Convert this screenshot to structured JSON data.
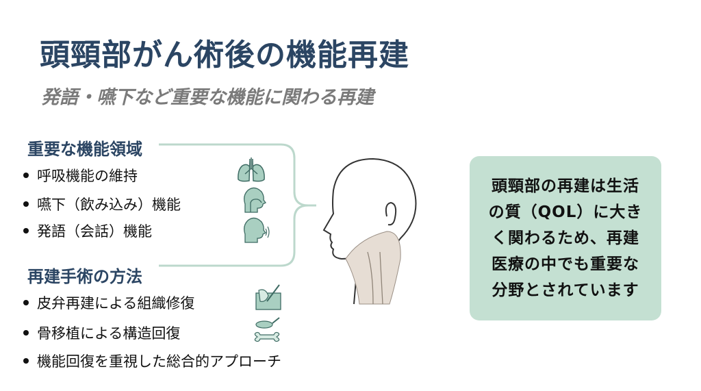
{
  "title": "頭頸部がん術後の機能再建",
  "subtitle": "発語・嚥下など重要な機能に関わる再建",
  "functions": {
    "heading": "重要な機能領域",
    "items": [
      {
        "label": "呼吸機能の維持",
        "icon": "lungs-icon"
      },
      {
        "label": "嚥下（飲み込み）機能",
        "icon": "swallowing-head-icon"
      },
      {
        "label": "発語（会話）機能",
        "icon": "speaking-head-icon"
      }
    ]
  },
  "methods": {
    "heading": "再建手術の方法",
    "items": [
      {
        "label": "皮弁再建による組織修復",
        "icon": "skin-flap-icon"
      },
      {
        "label": "骨移植による構造回復",
        "icon": "bone-graft-icon"
      },
      {
        "label": "機能回復を重視した総合的アプローチ"
      }
    ]
  },
  "callout": {
    "lines": [
      "頭頸部の再建は生活",
      "の質（QOL）に大き",
      "く関わるため、再建",
      "医療の中でも重要な",
      "分野とされています"
    ]
  },
  "colors": {
    "title": "#2b4563",
    "subtitle": "#7a7a7a",
    "callout_bg": "#c4e0d2",
    "icon": "#8fbfae",
    "bracket": "#bcd8cc"
  }
}
